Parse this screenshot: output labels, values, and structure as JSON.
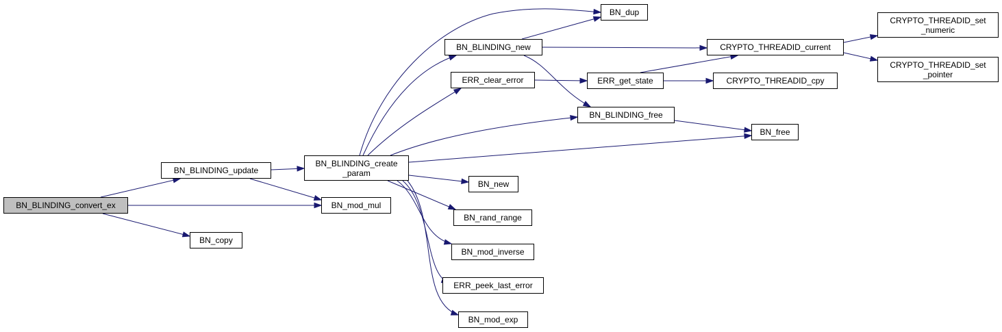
{
  "colors": {
    "edge": "#191970",
    "root_fill": "#bfbfbf",
    "node_fill": "#ffffff",
    "node_border": "#000000"
  },
  "nodes": [
    {
      "id": "convert_ex",
      "line1": "BN_BLINDING_convert_ex",
      "line2": "",
      "root": true
    },
    {
      "id": "update",
      "line1": "BN_BLINDING_update",
      "line2": ""
    },
    {
      "id": "copy",
      "line1": "BN_copy",
      "line2": ""
    },
    {
      "id": "create_param",
      "line1": "BN_BLINDING_create",
      "line2": "_param"
    },
    {
      "id": "mod_mul",
      "line1": "BN_mod_mul",
      "line2": ""
    },
    {
      "id": "dup",
      "line1": "BN_dup",
      "line2": ""
    },
    {
      "id": "blinding_new",
      "line1": "BN_BLINDING_new",
      "line2": ""
    },
    {
      "id": "err_clear_error",
      "line1": "ERR_clear_error",
      "line2": ""
    },
    {
      "id": "blinding_free",
      "line1": "BN_BLINDING_free",
      "line2": ""
    },
    {
      "id": "bn_new",
      "line1": "BN_new",
      "line2": ""
    },
    {
      "id": "rand_range",
      "line1": "BN_rand_range",
      "line2": ""
    },
    {
      "id": "mod_inverse",
      "line1": "BN_mod_inverse",
      "line2": ""
    },
    {
      "id": "err_peek_last_error",
      "line1": "ERR_peek_last_error",
      "line2": ""
    },
    {
      "id": "mod_exp",
      "line1": "BN_mod_exp",
      "line2": ""
    },
    {
      "id": "threadid_current",
      "line1": "CRYPTO_THREADID_current",
      "line2": ""
    },
    {
      "id": "err_get_state",
      "line1": "ERR_get_state",
      "line2": ""
    },
    {
      "id": "bn_free",
      "line1": "BN_free",
      "line2": ""
    },
    {
      "id": "threadid_cpy",
      "line1": "CRYPTO_THREADID_cpy",
      "line2": ""
    },
    {
      "id": "threadid_set_numeric",
      "line1": "CRYPTO_THREADID_set",
      "line2": "_numeric"
    },
    {
      "id": "threadid_set_pointer",
      "line1": "CRYPTO_THREADID_set",
      "line2": "_pointer"
    }
  ],
  "edges": [
    {
      "from": "convert_ex",
      "to": "update"
    },
    {
      "from": "convert_ex",
      "to": "mod_mul"
    },
    {
      "from": "convert_ex",
      "to": "copy"
    },
    {
      "from": "update",
      "to": "create_param"
    },
    {
      "from": "update",
      "to": "mod_mul"
    },
    {
      "from": "create_param",
      "to": "dup"
    },
    {
      "from": "create_param",
      "to": "blinding_new"
    },
    {
      "from": "create_param",
      "to": "err_clear_error"
    },
    {
      "from": "create_param",
      "to": "blinding_free"
    },
    {
      "from": "create_param",
      "to": "bn_free"
    },
    {
      "from": "create_param",
      "to": "bn_new"
    },
    {
      "from": "create_param",
      "to": "rand_range"
    },
    {
      "from": "create_param",
      "to": "mod_inverse"
    },
    {
      "from": "create_param",
      "to": "err_peek_last_error"
    },
    {
      "from": "create_param",
      "to": "mod_exp"
    },
    {
      "from": "blinding_new",
      "to": "dup"
    },
    {
      "from": "blinding_new",
      "to": "threadid_current"
    },
    {
      "from": "blinding_new",
      "to": "blinding_free"
    },
    {
      "from": "err_clear_error",
      "to": "err_get_state"
    },
    {
      "from": "err_get_state",
      "to": "threadid_current"
    },
    {
      "from": "err_get_state",
      "to": "threadid_cpy"
    },
    {
      "from": "blinding_free",
      "to": "bn_free"
    },
    {
      "from": "threadid_current",
      "to": "threadid_set_numeric"
    },
    {
      "from": "threadid_current",
      "to": "threadid_set_pointer"
    }
  ]
}
